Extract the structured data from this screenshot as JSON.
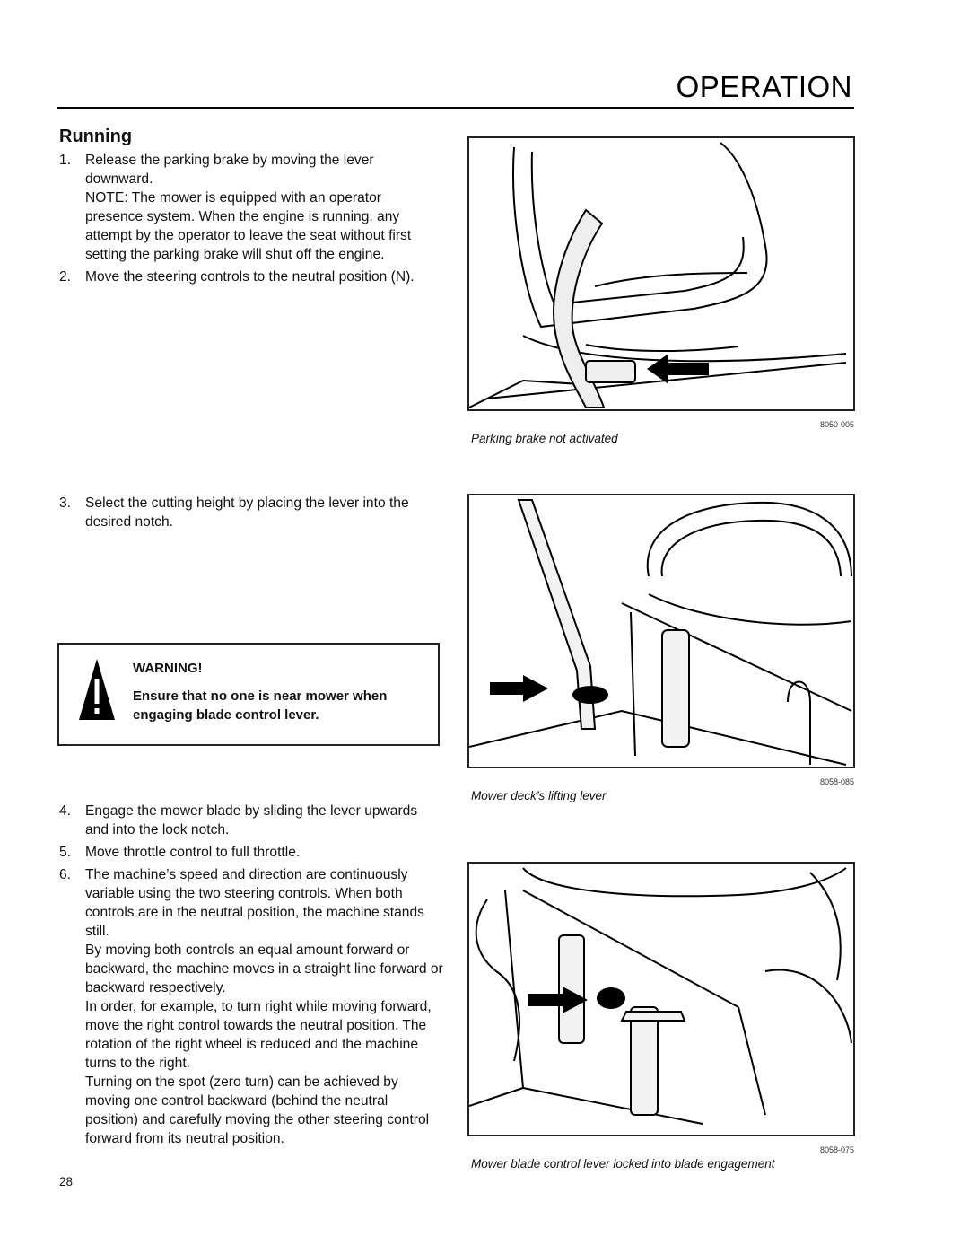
{
  "header": {
    "title": "OPERATION"
  },
  "section": {
    "heading": "Running"
  },
  "steps_group1": [
    {
      "num": "1.",
      "text": "Release the parking brake by moving the lever downward.",
      "note": "NOTE: The mower is equipped with an operator presence system. When the engine is running, any attempt by the operator to leave the seat without first setting the parking brake will shut off the engine."
    },
    {
      "num": "2.",
      "text": "Move the steering controls to the neutral position (N)."
    }
  ],
  "steps_group2": [
    {
      "num": "3.",
      "text": "Select the cutting height by placing the lever into the desired notch."
    }
  ],
  "warning": {
    "title": "WARNING!",
    "text": "Ensure that no one is near mower when engaging blade control lever."
  },
  "steps_group3": [
    {
      "num": "4.",
      "text": "Engage the mower blade by sliding the lever upwards and into the lock notch."
    },
    {
      "num": "5.",
      "text": "Move throttle control to full throttle."
    },
    {
      "num": "6.",
      "text": "The machine’s speed and direction are continuously variable using the two steering controls. When both controls are in the neutral position, the machine stands still.",
      "para2": "By moving both controls an equal amount forward or backward, the machine moves in a straight line forward or backward respectively.",
      "para3": "In order, for example, to turn right while moving forward, move the right control towards the neutral position. The rotation of the right wheel is reduced and the machine turns to the right.",
      "para4": "Turning on the spot (zero turn) can be achieved by moving one control backward (behind the neutral position) and carefully moving the other steering control forward from its neutral position."
    }
  ],
  "figures": [
    {
      "code": "8050-005",
      "caption": "Parking brake not activated"
    },
    {
      "code": "8058-085",
      "caption": "Mower deck’s lifting lever"
    },
    {
      "code": "8058-075",
      "caption": "Mower blade control lever locked into blade engagement"
    }
  ],
  "page_number": "28"
}
